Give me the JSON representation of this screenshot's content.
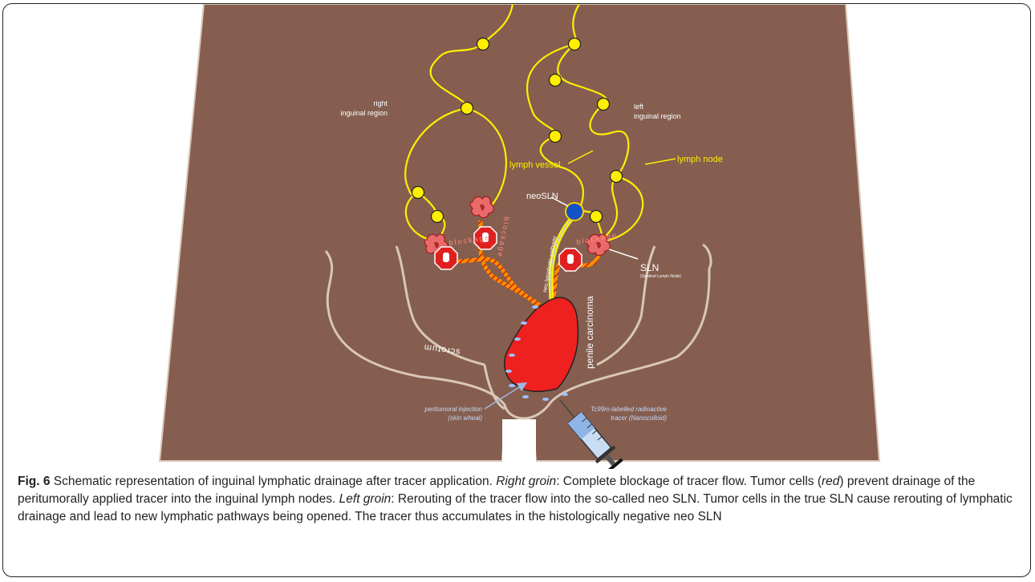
{
  "labels": {
    "right_region_line1": "right",
    "right_region_line2": "inguinal region",
    "left_region_line1": "left",
    "left_region_line2": "inguinal region",
    "lymph_vessel": "lymph vessel",
    "lymph_node": "lymph node",
    "neo_sln": "neoSLN",
    "sln": "SLN",
    "sln_full": "(Sentinel Lymph Node)",
    "blockage": "blockage",
    "scrotum": "scrotum",
    "penile_carcinoma": "penile carcinoma",
    "neo_lymphatic_pathway": "neo lymphatic pathway",
    "injection_line1": "peritumoral injection",
    "injection_line2": "(skin wheal)",
    "tracer_line1": "Tc99m-labelled radioactive",
    "tracer_line2": "tracer (Nanocolloid)"
  },
  "caption": {
    "fig": "Fig. 6",
    "t1": " Schematic representation of inguinal lymphatic drainage after tracer application. ",
    "right_groin": "Right groin",
    "t2": ": Complete blockage of tracer flow. Tumor cells (",
    "red": "red",
    "t3": ") prevent drainage of the peritumorally applied tracer into the inguinal lymph nodes. ",
    "left_groin": "Left groin",
    "t4": ": Rerouting of the tracer flow into the so-called neo SLN. Tumor cells in the true SLN cause rerouting of lymphatic drainage and lead to new lymphatic pathways being opened. The tracer thus accumulates in the histologically negative neo SLN"
  },
  "colors": {
    "skin": "#855e50",
    "lymph": "#ffee00",
    "tumor": "#ee2020",
    "node_blocked": "#e86a6a",
    "neo_sln": "#1450c8",
    "outline": "#d9c7b8"
  }
}
